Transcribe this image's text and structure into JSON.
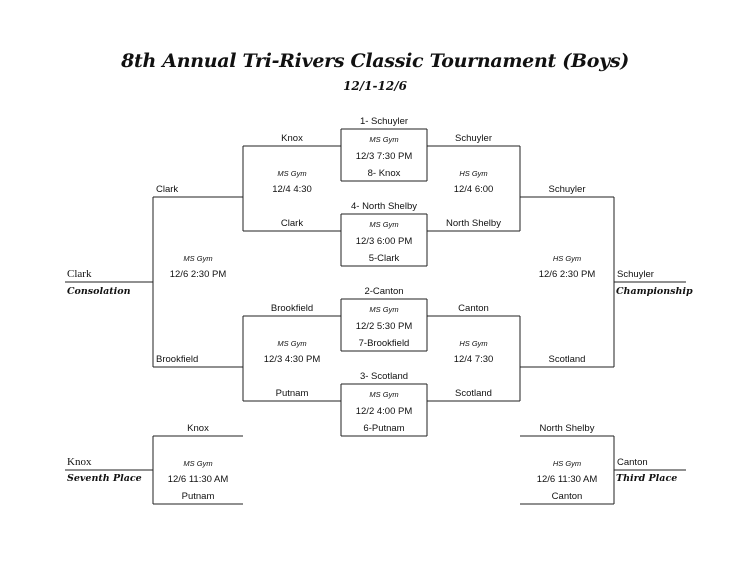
{
  "title": "8th Annual Tri-Rivers Classic Tournament (Boys)",
  "dates": "12/1-12/6",
  "q1": {
    "top_seed": "1- Schuyler",
    "venue": "MS Gym",
    "time": "12/3 7:30 PM",
    "bottom_seed": "8- Knox"
  },
  "q2": {
    "top_seed": "4- North Shelby",
    "venue": "MS Gym",
    "time": "12/3 6:00 PM",
    "bottom_seed": "5-Clark"
  },
  "q3": {
    "top_seed": "2-Canton",
    "venue": "MS Gym",
    "time": "12/2 5:30 PM",
    "bottom_seed": "7-Brookfield"
  },
  "q4": {
    "top_seed": "3- Scotland",
    "venue": "MS Gym",
    "time": "12/2 4:00 PM",
    "bottom_seed": "6-Putnam"
  },
  "cons_left_top": {
    "top": "Knox",
    "bottom": "Clark",
    "venue": "MS Gym",
    "time": "12/4 4:30"
  },
  "cons_left_bottom": {
    "top": "Brookfield",
    "bottom": "Putnam",
    "venue": "MS Gym",
    "time": "12/3 4:30 PM"
  },
  "semi_right_top": {
    "top": "Schuyler",
    "bottom": "North Shelby",
    "venue": "HS Gym",
    "time": "12/4 6:00"
  },
  "semi_right_bottom": {
    "top": "Canton",
    "bottom": "Scotland",
    "venue": "HS Gym",
    "time": "12/4 7:30"
  },
  "consolation": {
    "top": "Clark",
    "bottom": "Brookfield",
    "venue": "MS Gym",
    "time": "12/6 2:30 PM",
    "winner": "Clark",
    "label": "Consolation"
  },
  "championship": {
    "top": "Schuyler",
    "bottom": "Scotland",
    "venue": "HS Gym",
    "time": "12/6 2:30 PM",
    "winner": "Schuyler",
    "label": "Championship"
  },
  "seventh": {
    "top": "Knox",
    "bottom": "Putnam",
    "venue": "MS Gym",
    "time": "12/6 11:30 AM",
    "winner": "Knox",
    "label": "Seventh Place"
  },
  "third": {
    "top": "North Shelby",
    "bottom": "Canton",
    "venue": "HS Gym",
    "time": "12/6 11:30 AM",
    "winner": "Canton",
    "label": "Third Place"
  }
}
